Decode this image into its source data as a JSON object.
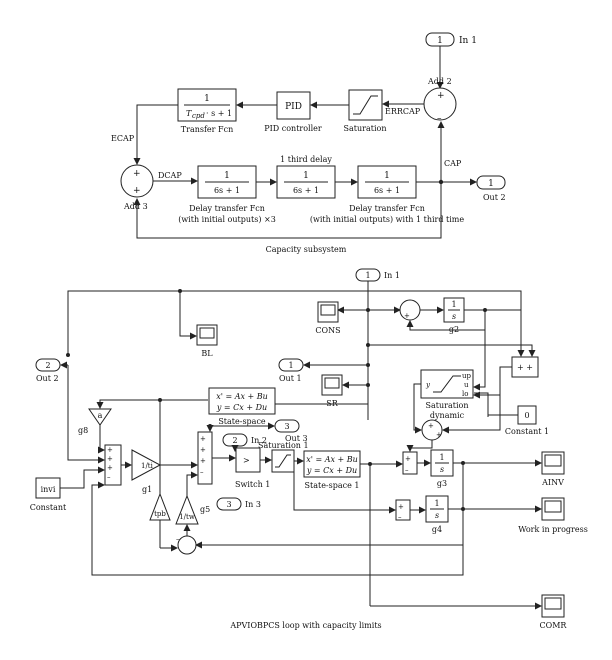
{
  "top": {
    "caption": "Capacity subsystem",
    "in1": {
      "num": "1",
      "label": "In 1"
    },
    "add2_label": "Add 2",
    "add3_label": "Add 3",
    "errcap": "ERRCAP",
    "ecap": "ECAP",
    "dcap": "DCAP",
    "cap": "CAP",
    "out2": {
      "num": "1",
      "label": "Out 2"
    },
    "saturation_label": "Saturation",
    "pid_text": "PID",
    "pid_label": "PID controller",
    "tf": {
      "num": "1",
      "den": "T",
      "den_sub": "cpd",
      "den_rest": "· s + 1",
      "label": "Transfer Fcn"
    },
    "delay1": {
      "num": "1",
      "den": "6s + 1",
      "label1": "Delay transfer Fcn",
      "label2": "(with initial outputs) ×3"
    },
    "delay2": {
      "num": "1",
      "den": "6s + 1",
      "label": "1 third delay"
    },
    "delay3": {
      "num": "1",
      "den": "6s + 1",
      "label1": "Delay transfer Fcn",
      "label2": "(with initial outputs) with 1 third time"
    }
  },
  "bottom": {
    "caption": "APVIOBPCS loop with capacity limits",
    "in1": {
      "num": "1",
      "label": "In 1"
    },
    "in2": {
      "num": "2",
      "label": "In 2"
    },
    "in3": {
      "num": "3",
      "label": "In 3"
    },
    "out1": {
      "num": "1",
      "label": "Out 1"
    },
    "out2": {
      "num": "2",
      "label": "Out 2"
    },
    "out3": {
      "num": "3",
      "label": "Out 3"
    },
    "bl": "BL",
    "cons": "CONS",
    "sr": "SR",
    "ainv": "AINV",
    "wip": "Work in progress",
    "comr": "COMR",
    "g2": {
      "num": "1",
      "den": "s",
      "label": "g2"
    },
    "g3": {
      "num": "1",
      "den": "s",
      "label": "g3"
    },
    "g4": {
      "num": "1",
      "den": "s",
      "label": "g4"
    },
    "ss1": {
      "line1": "x' = Ax + Bu",
      "line2": "y = Cx + Du",
      "label": "State-space"
    },
    "ss2": {
      "line1": "x' = Ax + Bu",
      "line2": "y = Cx + Du",
      "label": "State-space 1"
    },
    "satdyn": {
      "label1": "Saturation",
      "label2": "dynamic",
      "up": "up",
      "u": "u",
      "lo": "lo",
      "y": "y"
    },
    "const1": {
      "value": "0",
      "label": "Constant 1"
    },
    "const_invi": {
      "value": "invi",
      "label": "Constant"
    },
    "g8": {
      "text": "a",
      "label": "g8"
    },
    "g1": {
      "text": "1/ti",
      "label": "g1"
    },
    "g5": {
      "text": "1/tw",
      "label": "g5"
    },
    "tpb": {
      "text": "tpb"
    },
    "sat1_label": "Saturation 1",
    "switch1_label": "Switch 1",
    "sum_pp": "+ +"
  }
}
